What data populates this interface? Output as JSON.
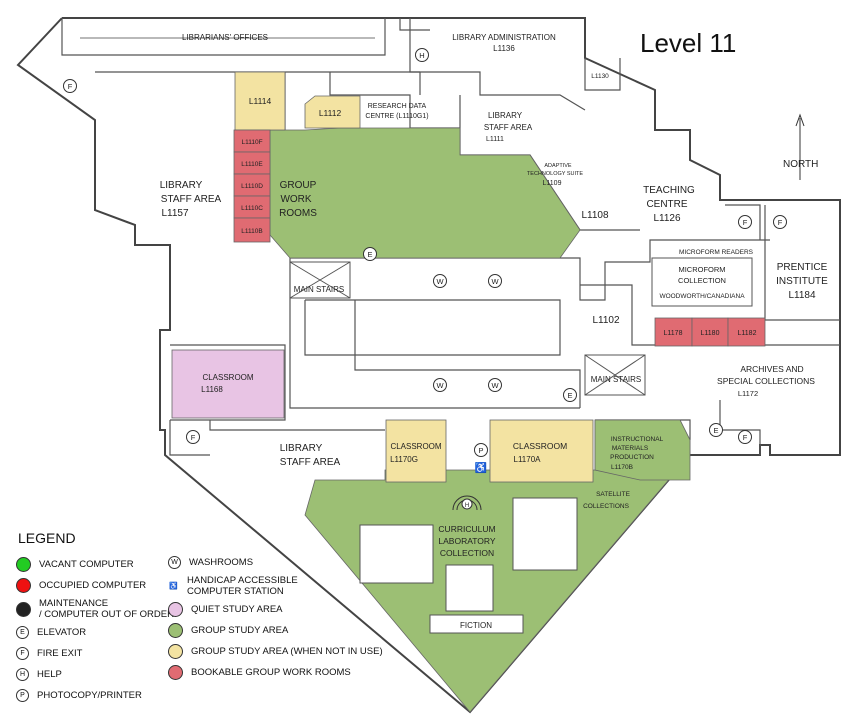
{
  "title": "Level 11",
  "north_label": "NORTH",
  "colors": {
    "quiet_study": "#e8c4e4",
    "group_study": "#9cbf74",
    "group_study_when_not_in_use": "#f3e3a2",
    "bookable_group_work": "#e06b72",
    "vacant_computer": "#22cc22",
    "occupied_computer": "#ee1111",
    "maintenance": "#222222"
  },
  "rooms": {
    "librarians_offices": "LIBRARIANS' OFFICES",
    "library_administration": "LIBRARY ADMINISTRATION",
    "l1136": "L1136",
    "l1130": "L1130",
    "l1114": "L1114",
    "l1112": "L1112",
    "research_data_centre": "RESEARCH DATA",
    "research_data_centre_2": "CENTRE (L1110G1)",
    "library_staff_area_top": "LIBRARY",
    "library_staff_area_top_2": "STAFF AREA",
    "l1111": "L1111",
    "adaptive_1": "ADAPTIVE",
    "adaptive_2": "TECHNOLOGY SUITE",
    "l1109": "L1109",
    "l1110f": "L1110F",
    "l1110e": "L1110E",
    "l1110d": "L1110D",
    "l1110c": "L1110C",
    "l1110b": "L1110B",
    "group_work_1": "GROUP",
    "group_work_2": "WORK",
    "group_work_3": "ROOMS",
    "library_staff_left_1": "LIBRARY",
    "library_staff_left_2": "STAFF AREA",
    "l1157": "L1157",
    "l1108": "L1108",
    "teaching_centre": "TEACHING",
    "teaching_centre_2": "CENTRE",
    "l1126": "L1126",
    "microform_readers": "MICROFORM READERS",
    "microform_1": "MICROFORM",
    "microform_2": "COLLECTION",
    "microform_3": "WOODWORTH/CANADIANA",
    "prentice_1": "PRENTICE",
    "prentice_2": "INSTITUTE",
    "l1184": "L1184",
    "main_stairs_left": "MAIN STAIRS",
    "main_stairs_right": "MAIN STAIRS",
    "l1102": "L1102",
    "l1178": "L1178",
    "l1180": "L1180",
    "l1182": "L1182",
    "archives_1": "ARCHIVES AND",
    "archives_2": "SPECIAL COLLECTIONS",
    "l1172": "L1172",
    "classroom_l1168": "CLASSROOM",
    "l1168": "L1168",
    "library_staff_bottom_1": "LIBRARY",
    "library_staff_bottom_2": "STAFF AREA",
    "classroom_l1170g": "CLASSROOM",
    "l1170g": "L1170G",
    "classroom_l1170a": "CLASSROOM",
    "l1170a": "L1170A",
    "imp_1": "INSTRUCTIONAL",
    "imp_2": "MATERIALS",
    "imp_3": "PRODUCTION",
    "l1170b": "L1170B",
    "satellite_1": "SATELLITE",
    "satellite_2": "COLLECTIONS",
    "clc_1": "CURRICULUM",
    "clc_2": "LABORATORY",
    "clc_3": "COLLECTION",
    "fiction": "FICTION"
  },
  "symbols": {
    "washroom": "W",
    "elevator": "E",
    "fire_exit": "F",
    "help": "H",
    "photocopy": "P",
    "handicap": "♿"
  },
  "legend": {
    "title": "LEGEND",
    "left": [
      {
        "kind": "swatch",
        "color_key": "vacant_computer",
        "label": "VACANT COMPUTER"
      },
      {
        "kind": "swatch",
        "color_key": "occupied_computer",
        "label": "OCCUPIED COMPUTER"
      },
      {
        "kind": "swatch",
        "color_key": "maintenance",
        "label": "MAINTENANCE",
        "label2": "/ COMPUTER OUT OF ORDER"
      },
      {
        "kind": "symbol",
        "symbol": "E",
        "label": "ELEVATOR"
      },
      {
        "kind": "symbol",
        "symbol": "F",
        "label": "FIRE EXIT"
      },
      {
        "kind": "symbol",
        "symbol": "H",
        "label": "HELP"
      },
      {
        "kind": "symbol",
        "symbol": "P",
        "label": "PHOTOCOPY/PRINTER"
      }
    ],
    "right": [
      {
        "kind": "symbol",
        "symbol": "W",
        "label": "WASHROOMS"
      },
      {
        "kind": "handicap",
        "symbol": "♿",
        "label": "HANDICAP ACCESSIBLE",
        "label2": "COMPUTER STATION"
      },
      {
        "kind": "swatch",
        "color_key": "quiet_study",
        "label": "QUIET STUDY AREA"
      },
      {
        "kind": "swatch",
        "color_key": "group_study",
        "label": "GROUP STUDY AREA"
      },
      {
        "kind": "swatch",
        "color_key": "group_study_when_not_in_use",
        "label": "GROUP STUDY AREA (WHEN NOT IN USE)"
      },
      {
        "kind": "swatch",
        "color_key": "bookable_group_work",
        "label": "BOOKABLE GROUP WORK ROOMS"
      }
    ]
  }
}
